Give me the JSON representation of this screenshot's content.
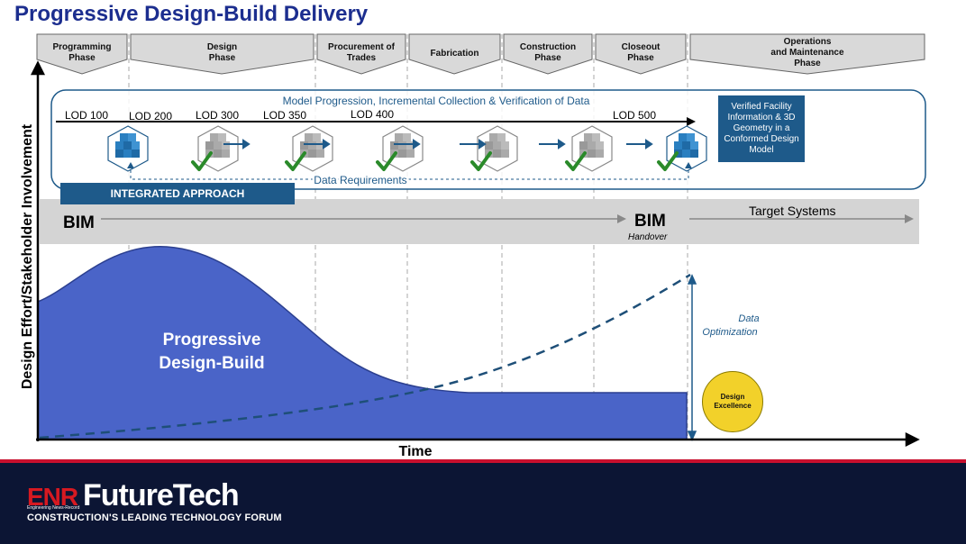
{
  "title": "Progressive Design-Build Delivery",
  "phases": [
    {
      "label": "Programming\nPhase"
    },
    {
      "label": "Design\nPhase"
    },
    {
      "label": "Procurement of\nTrades"
    },
    {
      "label": "Fabrication"
    },
    {
      "label": "Construction\nPhase"
    },
    {
      "label": "Closeout\nPhase"
    },
    {
      "label": "Operations\nand Maintenance\nPhase"
    }
  ],
  "model_progression_label": "Model Progression, Incremental Collection & Verification of Data",
  "lod_labels": [
    "LOD 100",
    "LOD 200",
    "LOD 300",
    "LOD 350",
    "LOD 400",
    "LOD 500"
  ],
  "verified_callout": "Verified Facility Information & 3D Geometry in a Conformed Design Model",
  "data_requirements": "Data Requirements",
  "integrated_approach": "INTEGRATED APPROACH",
  "bim_left": "BIM",
  "bim_right": "BIM",
  "handover": "Handover",
  "target_systems": "Target Systems",
  "y_axis_label": "Design Effort/Stakeholder Involvement",
  "x_axis_label": "Time",
  "area_label_1": "Progressive",
  "area_label_2": "Design-Build",
  "data_optimization_1": "Data",
  "data_optimization_2": "Optimization",
  "design_excellence": "Design Excellence",
  "footer": {
    "logo_enr": "ENR",
    "logo_futuretech": "FutureTech",
    "tagline": "CONSTRUCTION'S LEADING TECHNOLOGY FORUM",
    "tiny": "Engineering News-Record"
  },
  "colors": {
    "title": "#1c2e8f",
    "area": "#4a64c8",
    "accent": "#1e5a8a",
    "circle": "#f2d12a",
    "footer": "#0c1534"
  }
}
